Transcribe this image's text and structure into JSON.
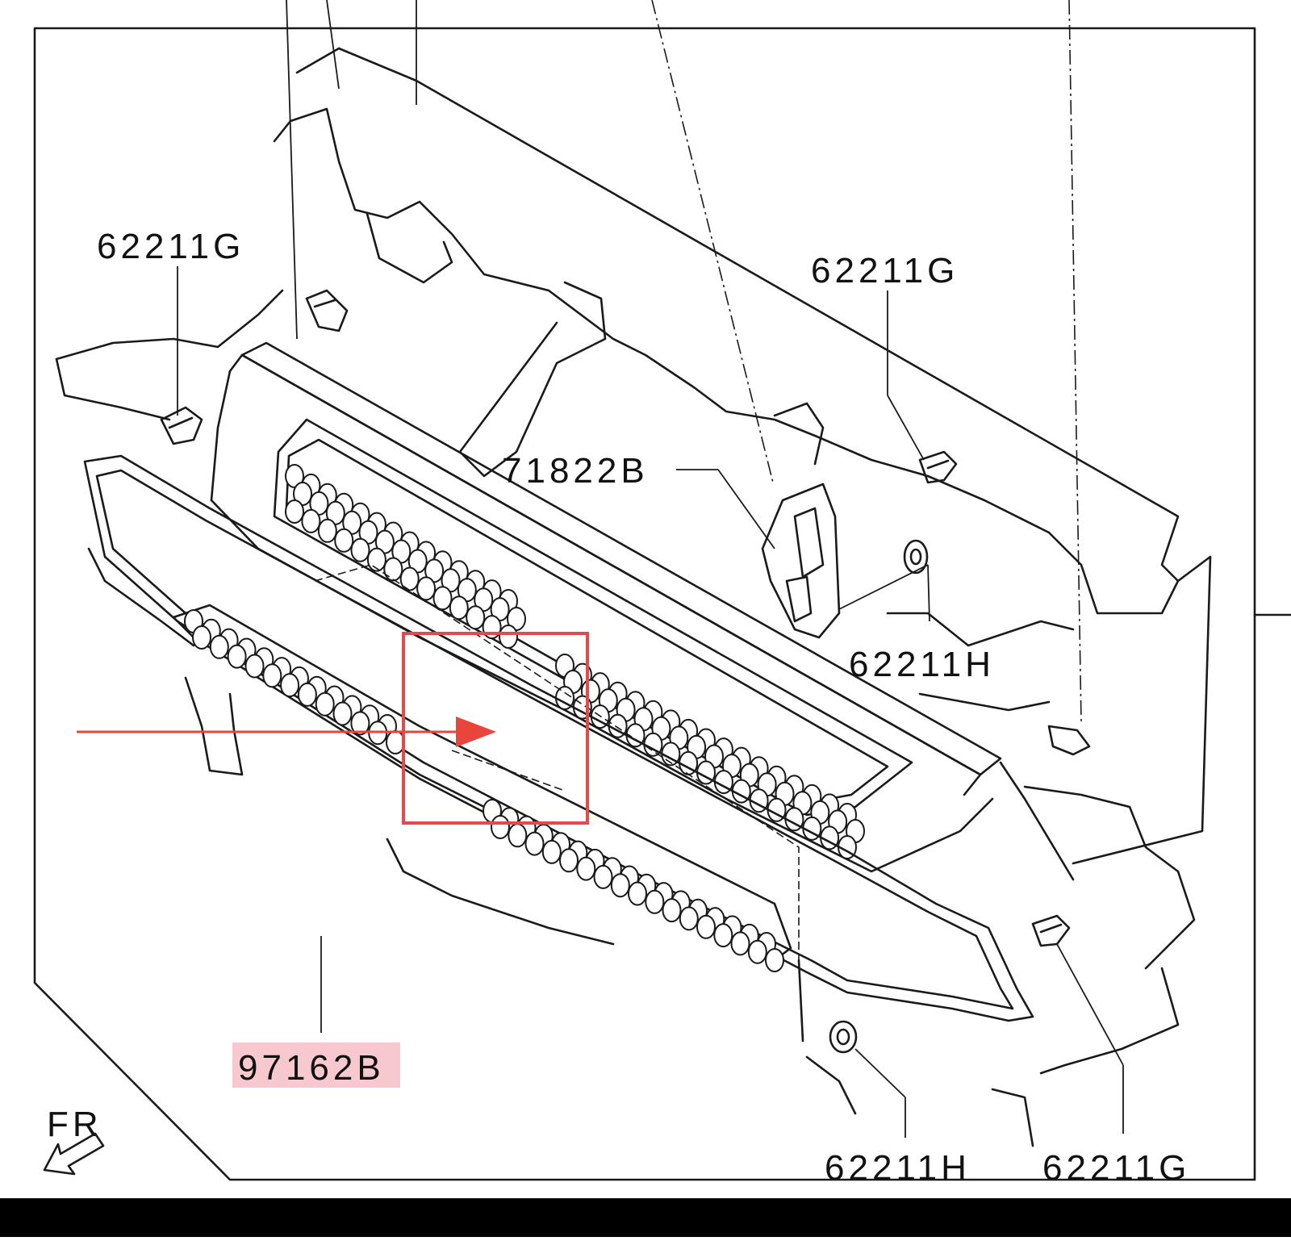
{
  "labels": {
    "clip_upper_left": "62211G",
    "clip_upper_right": "62211G",
    "bracket": "71822B",
    "nut_right": "62211H",
    "nut_bottom": "62211H",
    "clip_lower_right": "62211G",
    "main_part": "97162B",
    "front_indicator": "FR"
  },
  "colors": {
    "highlight_fill": "#f7c9cf",
    "highlight_box": "#e04b4b",
    "arrow": "#e8453c",
    "line": "#1a1a1a",
    "bottom_bar": "#000000"
  }
}
